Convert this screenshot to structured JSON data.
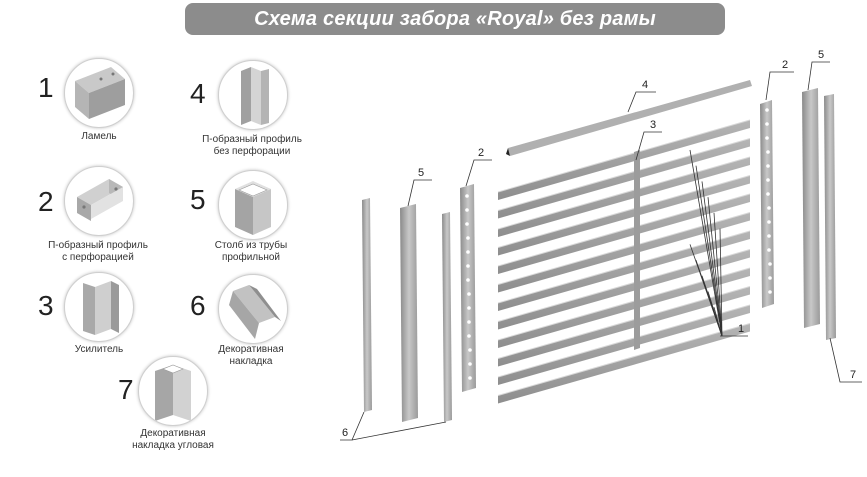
{
  "title": "Схема секции забора «Royal» без рамы",
  "legend": [
    {
      "num": "1",
      "label_lines": [
        "Ламель"
      ],
      "icon": "lamel-icon"
    },
    {
      "num": "2",
      "label_lines": [
        "П-образный профиль",
        "с перфорацией"
      ],
      "icon": "perforated-profile-icon"
    },
    {
      "num": "3",
      "label_lines": [
        "Усилитель"
      ],
      "icon": "reinforcer-icon"
    },
    {
      "num": "4",
      "label_lines": [
        "П-образный профиль",
        "без перфорации"
      ],
      "icon": "plain-profile-icon"
    },
    {
      "num": "5",
      "label_lines": [
        "Столб из трубы",
        "профильной"
      ],
      "icon": "post-icon"
    },
    {
      "num": "6",
      "label_lines": [
        "Декоративная",
        "накладка"
      ],
      "icon": "decor-strip-icon"
    },
    {
      "num": "7",
      "label_lines": [
        "Декоративная",
        "накладка угловая"
      ],
      "icon": "corner-strip-icon"
    }
  ],
  "callouts": {
    "c1": "1",
    "c2_left": "2",
    "c2_right": "2",
    "c3": "3",
    "c4": "4",
    "c5_left": "5",
    "c5_right": "5",
    "c6": "6",
    "c7": "7"
  },
  "colors": {
    "banner": "#8c8c8c",
    "metal_light": "#c4c4c4",
    "metal_mid": "#a3a3a3",
    "metal_dark": "#7d7d7d"
  }
}
